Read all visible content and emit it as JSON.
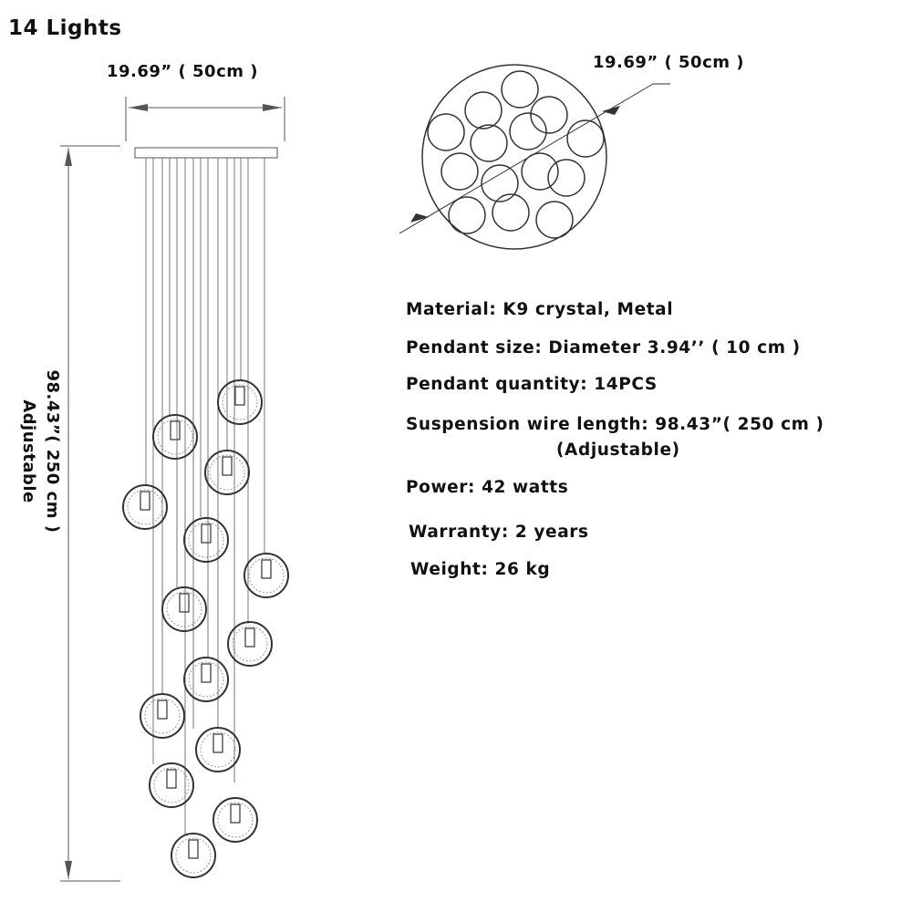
{
  "title": "14 Lights",
  "dimensions": {
    "top_width": "19.69” ( 50cm )",
    "plan_width": "19.69” ( 50cm )",
    "height_line1": "98.43”( 250 cm )",
    "height_line2": "Adjustable"
  },
  "specs": {
    "material": "Material: K9 crystal, Metal",
    "pendant_size": "Pendant size: Diameter 3.94’’ ( 10 cm )",
    "pendant_quantity": "Pendant quantity: 14PCS",
    "wire_length": "Suspension wire length: 98.43”( 250 cm )",
    "wire_adjustable": "(Adjustable)",
    "power": "Power: 42 watts",
    "warranty": "Warranty: 2 years",
    "weight": "Weight: 26 kg"
  },
  "colors": {
    "line": "#555555",
    "text": "#111111"
  }
}
